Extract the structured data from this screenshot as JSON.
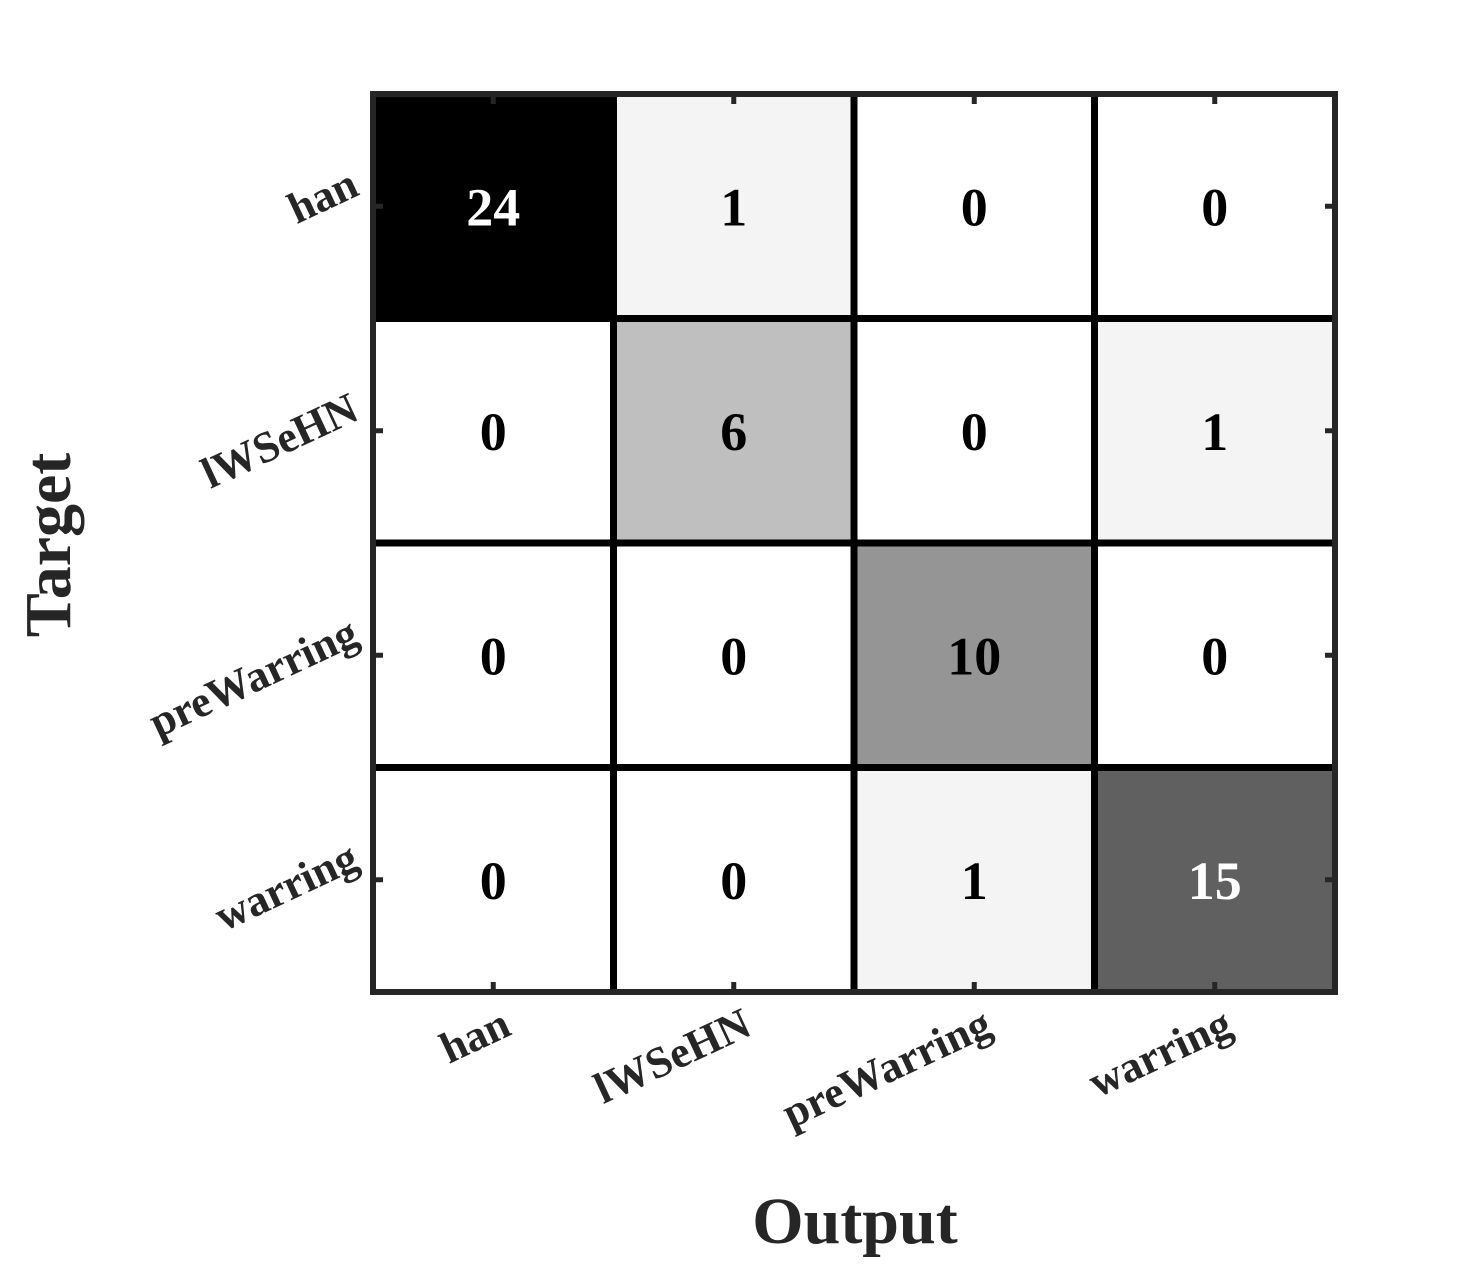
{
  "chart_data": {
    "type": "heatmap",
    "title": "",
    "xlabel": "Output",
    "ylabel": "Target",
    "x_categories": [
      "han",
      "lWSeHN",
      "preWarring",
      "warring"
    ],
    "y_categories": [
      "han",
      "lWSeHN",
      "preWarring",
      "warring"
    ],
    "values": [
      [
        24,
        1,
        0,
        0
      ],
      [
        0,
        6,
        0,
        1
      ],
      [
        0,
        0,
        10,
        0
      ],
      [
        0,
        0,
        1,
        15
      ]
    ],
    "colormap": "grayscale (white = low, black = high)",
    "grid": true,
    "colors": {
      "low": "#ffffff",
      "high": "#000000",
      "grid_line": "#000000",
      "frame": "#262626",
      "text_dark": "#000000",
      "text_light": "#ffffff"
    }
  }
}
